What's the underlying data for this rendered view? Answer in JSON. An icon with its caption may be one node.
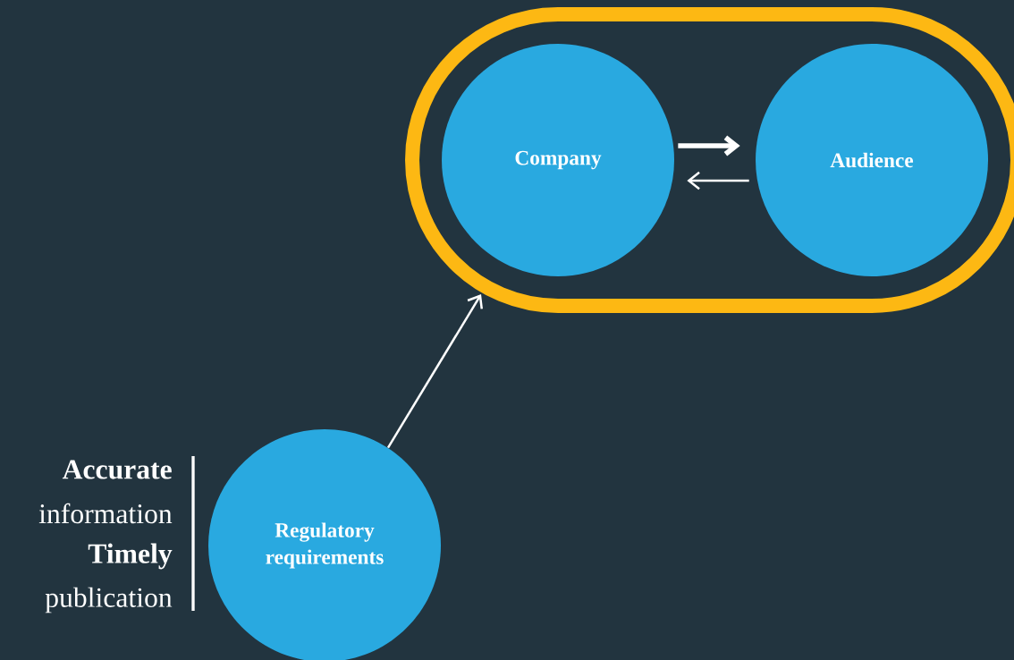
{
  "diagram": {
    "nodes": [
      {
        "text": [],
        "shape": "band"
      },
      {
        "text": [
          "Company"
        ],
        "in": 0
      },
      {
        "text": [
          "Audience"
        ],
        "in": 0
      },
      {
        "text": [
          "Regulatory requirements"
        ]
      }
    ],
    "edges": [
      {
        "from": 1,
        "to": 2,
        "arrow": "to",
        "style": "thick"
      },
      {
        "from": 2,
        "to": 1,
        "arrow": "to"
      },
      {
        "from": 3,
        "to": 0,
        "arrow": "to"
      }
    ],
    "labels": [
      "**Accurate**",
      "information",
      "**Timely**",
      "publication"
    ]
  }
}
